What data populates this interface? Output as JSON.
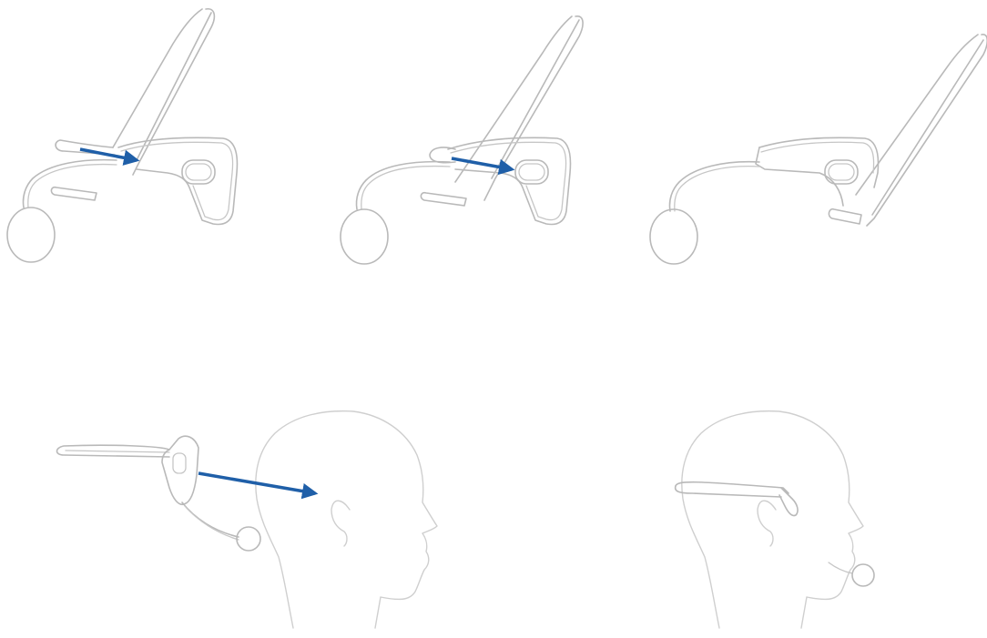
{
  "figure": {
    "description_text": "",
    "colors": {
      "line": "#b9b9b9",
      "head_outline": "#cfcfcf",
      "arrow": "#1f5fa8",
      "background": "#ffffff"
    },
    "steps": [
      {
        "id": "step-1",
        "arrow": true
      },
      {
        "id": "step-2",
        "arrow": true
      },
      {
        "id": "step-3",
        "arrow": false
      },
      {
        "id": "step-4",
        "arrow": true
      },
      {
        "id": "step-5",
        "arrow": false
      }
    ],
    "icons": [
      "headset-icon",
      "ear-hook-icon",
      "microphone-boom-icon",
      "head-profile-icon",
      "direction-arrow-icon"
    ]
  }
}
